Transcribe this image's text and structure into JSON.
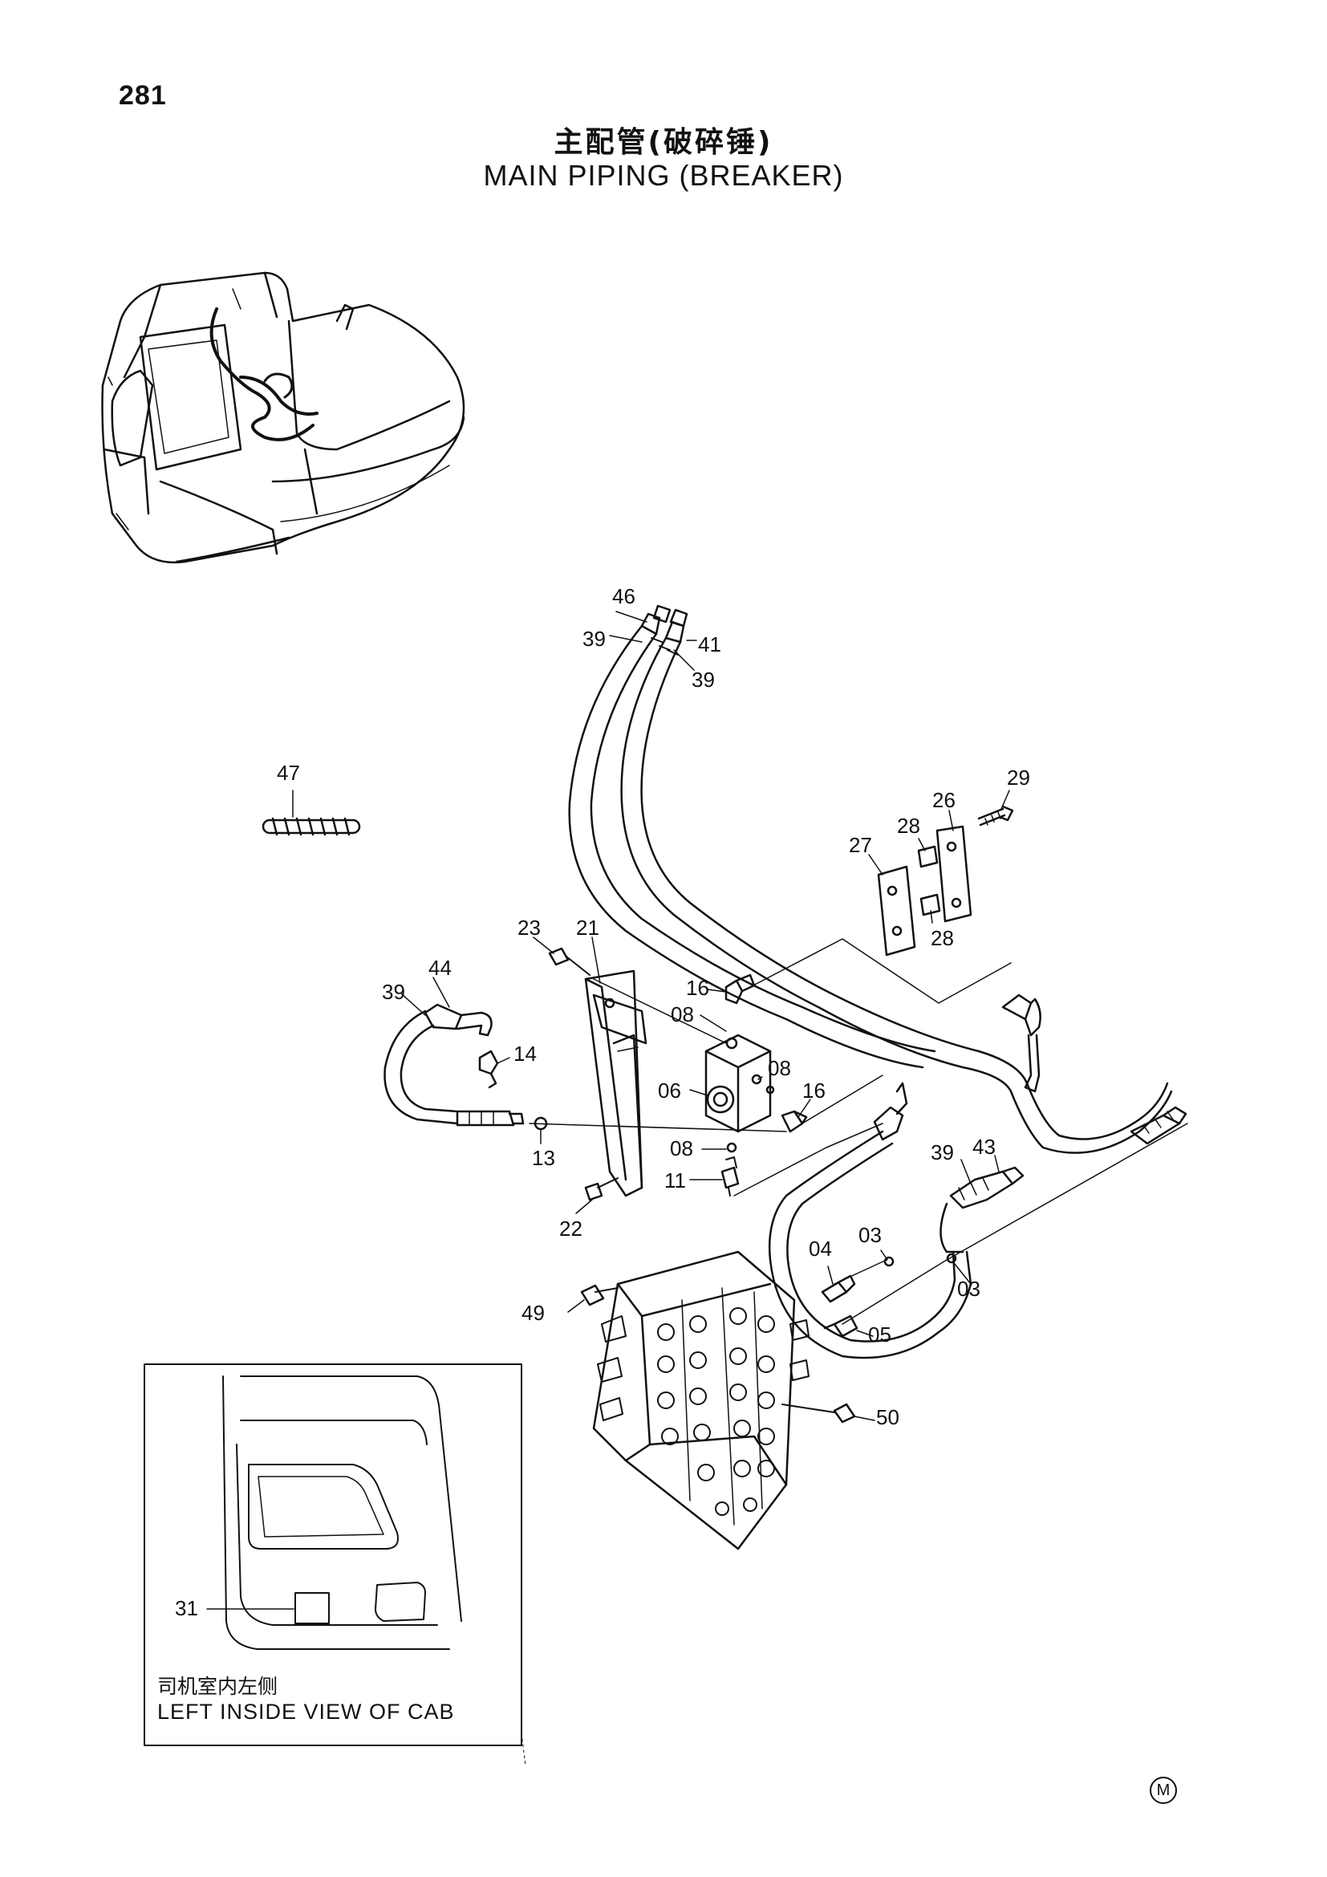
{
  "page": {
    "number": "281",
    "title_cn": "主配管(破碎锤)",
    "title_en": "MAIN PIPING (BREAKER)"
  },
  "inset": {
    "caption_cn": "司机室内左侧",
    "caption_en": "LEFT INSIDE VIEW OF CAB",
    "callouts": [
      "31"
    ]
  },
  "callouts": {
    "c46": "46",
    "c39a": "39",
    "c41": "41",
    "c39b": "39",
    "c47": "47",
    "c29": "29",
    "c26": "26",
    "c28a": "28",
    "c27": "27",
    "c28b": "28",
    "c23": "23",
    "c21": "21",
    "c16a": "16",
    "c08a": "08",
    "c44": "44",
    "c39c": "39",
    "c14": "14",
    "c08b": "08",
    "c06": "06",
    "c16b": "16",
    "c13": "13",
    "c08c": "08",
    "c11": "11",
    "c22": "22",
    "c39d": "39",
    "c43": "43",
    "c04": "04",
    "c03a": "03",
    "c03b": "03",
    "c49": "49",
    "c05": "05",
    "c50": "50"
  },
  "maker_mark": "M",
  "icons": [
    "excavator-overview-illustration",
    "hose-assembly",
    "control-valve",
    "pipe-clamp",
    "ccw-circle-m-mark"
  ]
}
